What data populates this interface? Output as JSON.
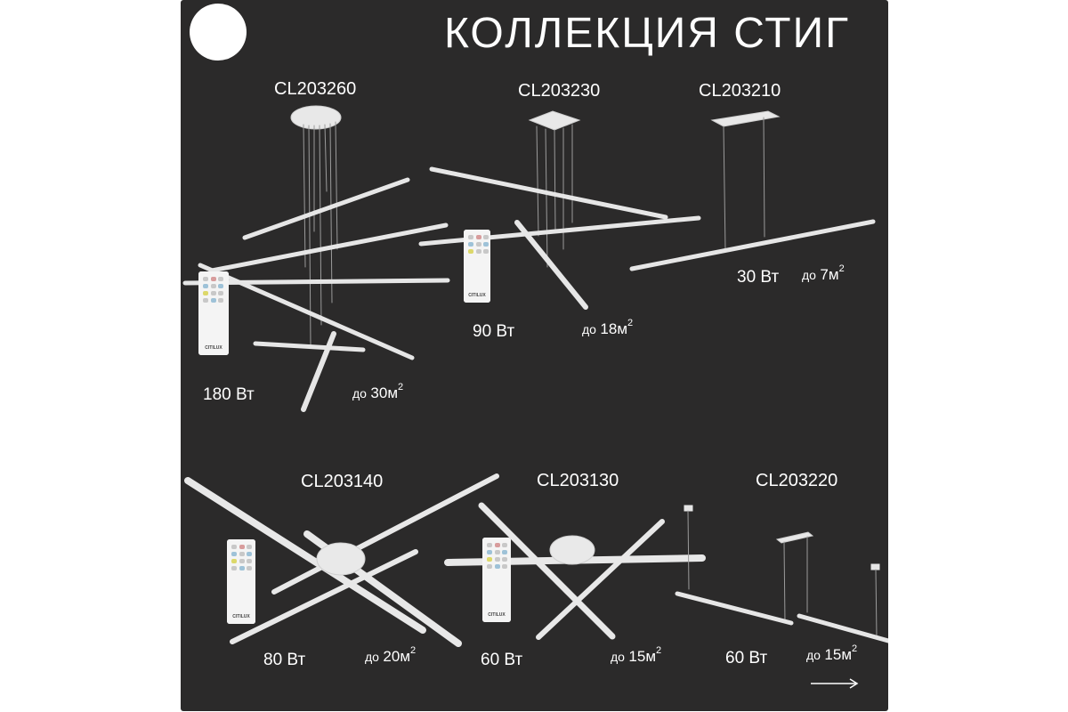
{
  "title": "КОЛЛЕКЦИЯ  СТИГ",
  "products": [
    {
      "code": "CL203260",
      "power": "180 Вт",
      "area_prefix": "до",
      "area_value": "30м",
      "area_unit_sup": "2"
    },
    {
      "code": "CL203230",
      "power": "90 Вт",
      "area_prefix": "до",
      "area_value": "18м",
      "area_unit_sup": "2"
    },
    {
      "code": "CL203210",
      "power": "30 Вт",
      "area_prefix": "до",
      "area_value": "7м",
      "area_unit_sup": "2"
    },
    {
      "code": "CL203140",
      "power": "80 Вт",
      "area_prefix": "до",
      "area_value": "20м",
      "area_unit_sup": "2"
    },
    {
      "code": "CL203130",
      "power": "60 Вт",
      "area_prefix": "до",
      "area_value": "15м",
      "area_unit_sup": "2"
    },
    {
      "code": "CL203220",
      "power": "60 Вт",
      "area_prefix": "до",
      "area_value": "15м",
      "area_unit_sup": "2"
    }
  ],
  "remote_logo": "CITILUX",
  "colors": {
    "background": "#2b2a2a",
    "text": "#ffffff",
    "lamp": "#e6e6e6"
  },
  "icons": {
    "brand_mark": "white-circle-logo",
    "next": "arrow-right-icon"
  }
}
